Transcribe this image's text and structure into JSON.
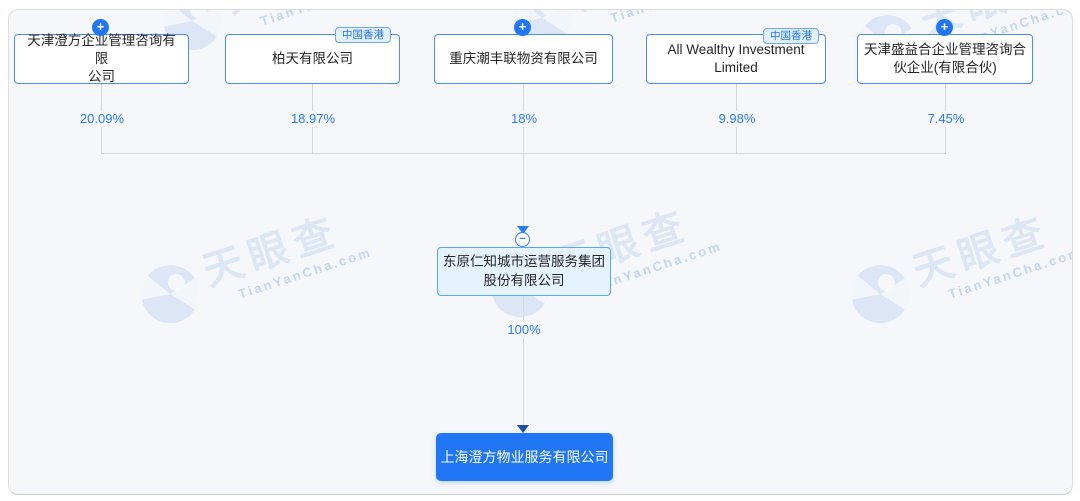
{
  "watermark": {
    "brand": "天眼查",
    "domain": "TianYanCha.com"
  },
  "colors": {
    "accent": "#2176F5",
    "box_border": "#4E8BF8",
    "percent_text": "#2B7CF9",
    "connector_line": "#D6D7D9",
    "focus_fill": "#E5F2FF",
    "focus_border": "#58A6FF",
    "target_fill": "#2176F5",
    "canvas_bg": "#F5F7FA",
    "down_arrow_dark": "#1D50A5"
  },
  "badges": {
    "expand_glyph": "+",
    "collapse_glyph": "−"
  },
  "shareholders": [
    {
      "name": "天津澄方企业管理咨询有限\n公司",
      "percent": "20.09%",
      "badge": "plus",
      "tag": ""
    },
    {
      "name": "柏天有限公司",
      "percent": "18.97%",
      "badge": "",
      "tag": "中国香港"
    },
    {
      "name": "重庆潮丰联物资有限公司",
      "percent": "18%",
      "badge": "plus",
      "tag": ""
    },
    {
      "name": "All Wealthy Investment\nLimited",
      "percent": "9.98%",
      "badge": "",
      "tag": "中国香港"
    },
    {
      "name": "天津盛益合企业管理咨询合\n伙企业(有限合伙)",
      "percent": "7.45%",
      "badge": "plus",
      "tag": ""
    }
  ],
  "focus_company": {
    "name": "东原仁知城市运营服务集团\n股份有限公司",
    "ownership_in_target": "100%"
  },
  "target_company": {
    "name": "上海澄方物业服务有限公司"
  }
}
